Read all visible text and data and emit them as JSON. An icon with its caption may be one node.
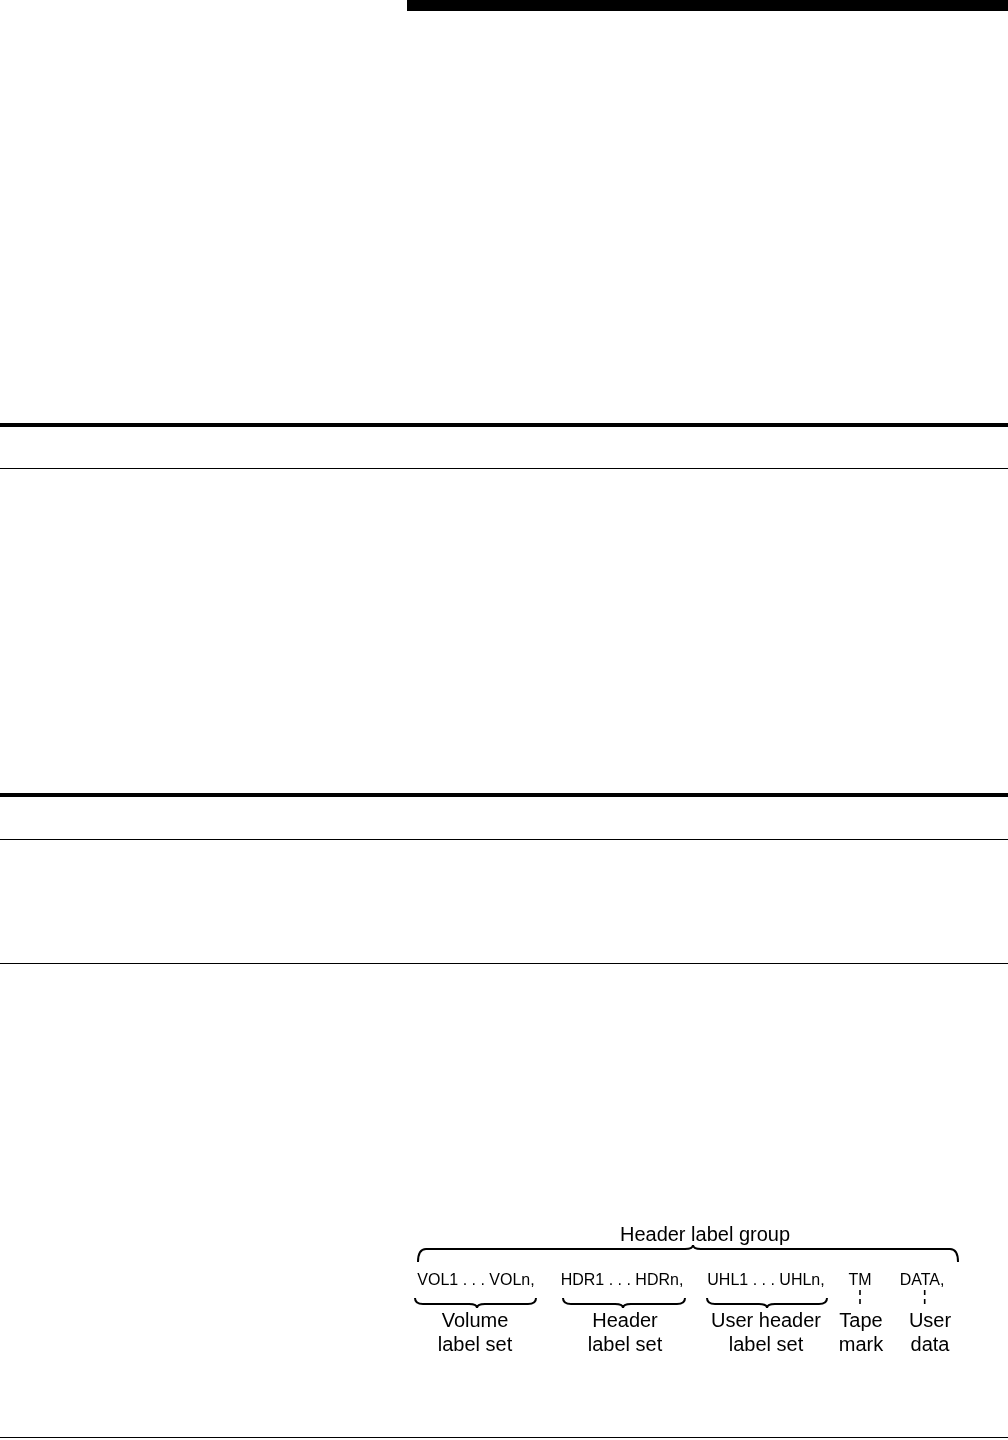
{
  "diagram": {
    "nodes": [
      {
        "text": [
          "TM"
        ]
      },
      {
        "text": [
          "DATA,"
        ]
      },
      {
        "text": [
          "Tape mark"
        ]
      },
      {
        "text": [
          "User data"
        ]
      }
    ],
    "edges": [
      {
        "from": 0,
        "to": 2,
        "arrow": "none",
        "style": "dashed"
      },
      {
        "from": 1,
        "to": 3,
        "arrow": "none",
        "style": "dashed"
      }
    ],
    "labels": [
      "Header label group",
      "VOL1 . . . VOLn,",
      "HDR1 . . . HDRn,",
      "UHL1 . . . UHLn,",
      "Volume label set",
      "Header label set",
      "User header label set"
    ]
  }
}
